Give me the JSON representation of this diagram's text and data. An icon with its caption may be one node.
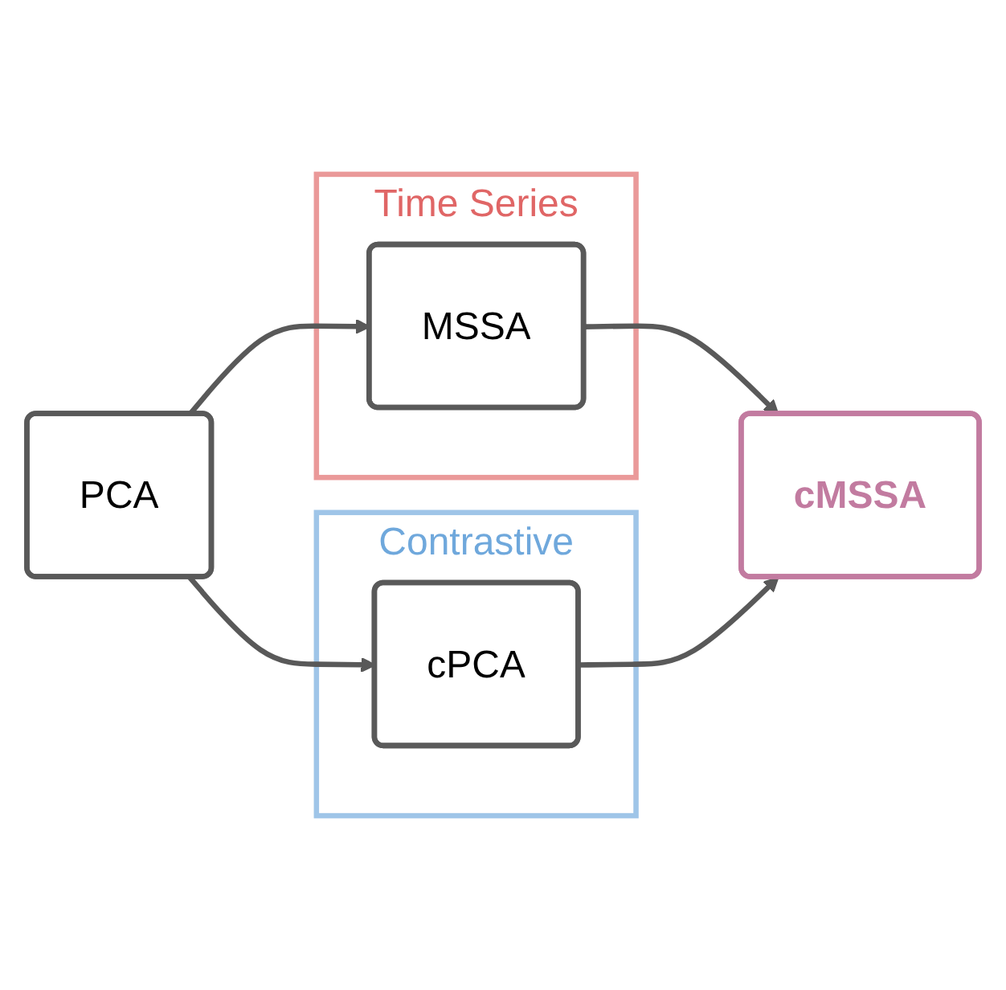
{
  "diagram": {
    "nodes": [
      {
        "text": [
          "Time Series"
        ]
      },
      {
        "text": [
          "PCA"
        ]
      },
      {
        "text": [
          "MSSA"
        ],
        "in": 0
      },
      {
        "text": [
          "Contrastive"
        ]
      },
      {
        "text": [
          "cPCA"
        ],
        "in": 3
      },
      {
        "text": [
          "cMSSA"
        ]
      }
    ],
    "edges": [
      {
        "from": 1,
        "to": 2,
        "arrow": "to"
      },
      {
        "from": 1,
        "to": 4,
        "arrow": "to"
      },
      {
        "from": 2,
        "to": 5,
        "arrow": "to"
      },
      {
        "from": 4,
        "to": 5,
        "arrow": "to"
      }
    ]
  }
}
